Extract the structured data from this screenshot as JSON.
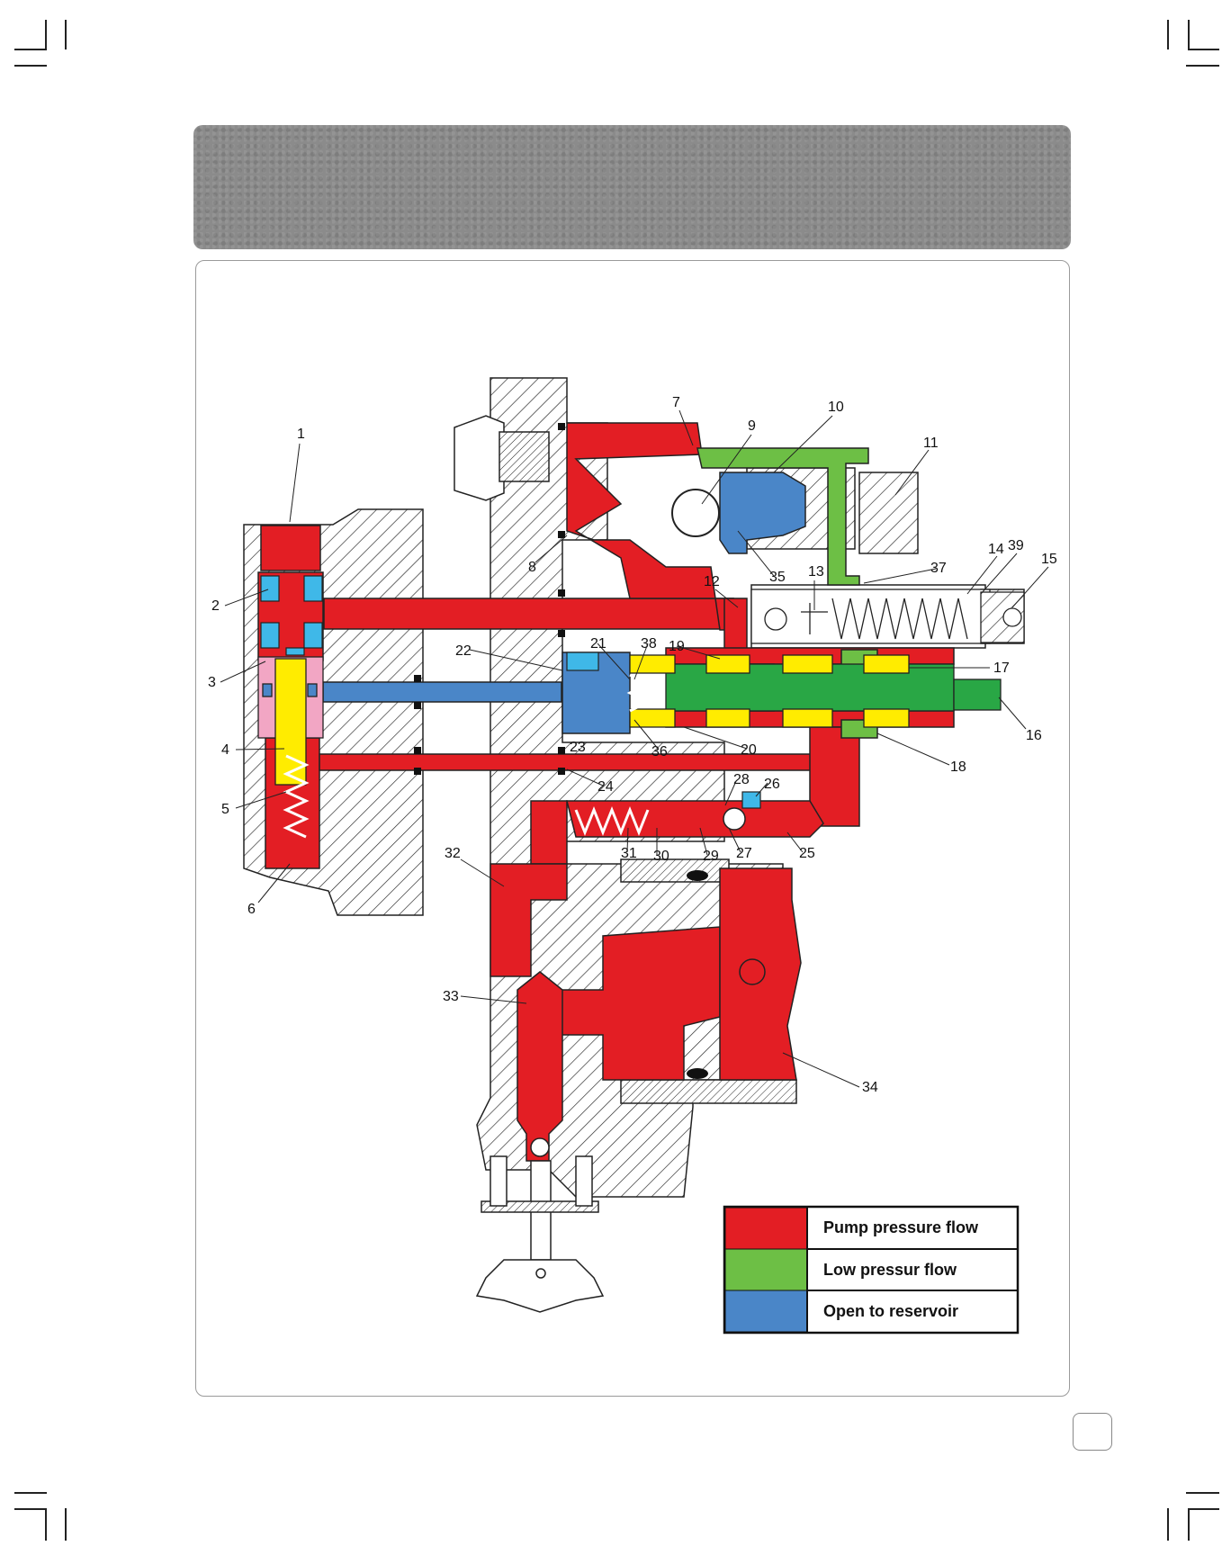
{
  "legend": [
    {
      "label": "Pump pressure flow",
      "color": "#e31e24"
    },
    {
      "label": "Low pressur flow",
      "color": "#6dbf45"
    },
    {
      "label": "Open to reservoir",
      "color": "#4a86c8"
    }
  ],
  "colors": {
    "pressure": "#e31e24",
    "low_pressure": "#6dbf45",
    "reservoir": "#4a86c8",
    "pilot": "#29a745",
    "spool_lands": "#ffec00",
    "sleeve": "#f2a6c4",
    "reservoir_light": "#3fb8e8"
  },
  "callouts": [
    "1",
    "2",
    "3",
    "4",
    "5",
    "6",
    "7",
    "8",
    "9",
    "10",
    "11",
    "12",
    "13",
    "14",
    "39",
    "15",
    "16",
    "17",
    "18",
    "19",
    "20",
    "21",
    "38",
    "22",
    "23",
    "36",
    "24",
    "25",
    "26",
    "27",
    "28",
    "29",
    "30",
    "31",
    "32",
    "33",
    "34",
    "35",
    "37"
  ],
  "page_number": ""
}
